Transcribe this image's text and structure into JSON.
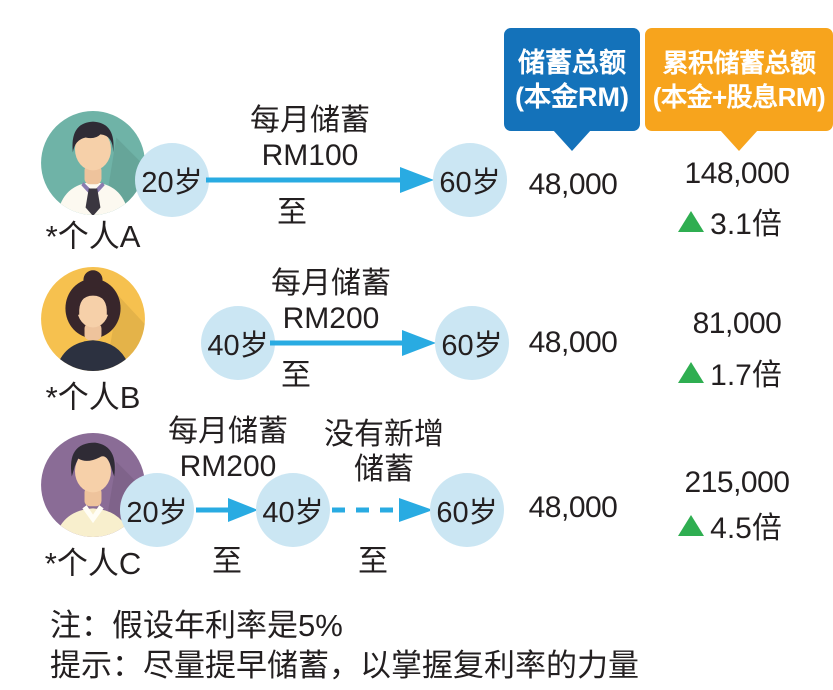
{
  "theme": {
    "header_blue": "#1472ba",
    "header_orange": "#f7a41d",
    "arrow_blue": "#29abe2",
    "circle_blue": "#cbe6f3",
    "up_green": "#2fae51",
    "text_black": "#231f20",
    "avatar_a_bg": "#6fb3a7",
    "avatar_b_bg": "#f6c14f",
    "avatar_c_bg": "#8a6c96"
  },
  "header": {
    "principal_line1": "储蓄总额",
    "principal_line2": "(本金RM)",
    "accumulated_line1": "累积储蓄总额",
    "accumulated_line2": "(本金+股息RM)"
  },
  "rows": [
    {
      "label": "*个人A",
      "start_age": "20岁",
      "end_age": "60岁",
      "segment_label1": "每月储蓄",
      "segment_label2": "RM100",
      "segment_below": "至",
      "principal": "48,000",
      "accumulated": "148,000",
      "multiple": "3.1倍"
    },
    {
      "label": "*个人B",
      "start_age": "40岁",
      "end_age": "60岁",
      "segment_label1": "每月储蓄",
      "segment_label2": "RM200",
      "segment_below": "至",
      "principal": "48,000",
      "accumulated": "81,000",
      "multiple": "1.7倍"
    },
    {
      "label": "*个人C",
      "start_age": "20岁",
      "mid_age": "40岁",
      "end_age": "60岁",
      "segment1_label1": "每月储蓄",
      "segment1_label2": "RM200",
      "segment1_below": "至",
      "segment2_label1": "没有新增",
      "segment2_label2": "储蓄",
      "segment2_below": "至",
      "principal": "48,000",
      "accumulated": "215,000",
      "multiple": "4.5倍"
    }
  ],
  "notes": {
    "assumption": "注：假设年利率是5%",
    "tip": "提示：尽量提早储蓄，以掌握复利率的力量"
  }
}
